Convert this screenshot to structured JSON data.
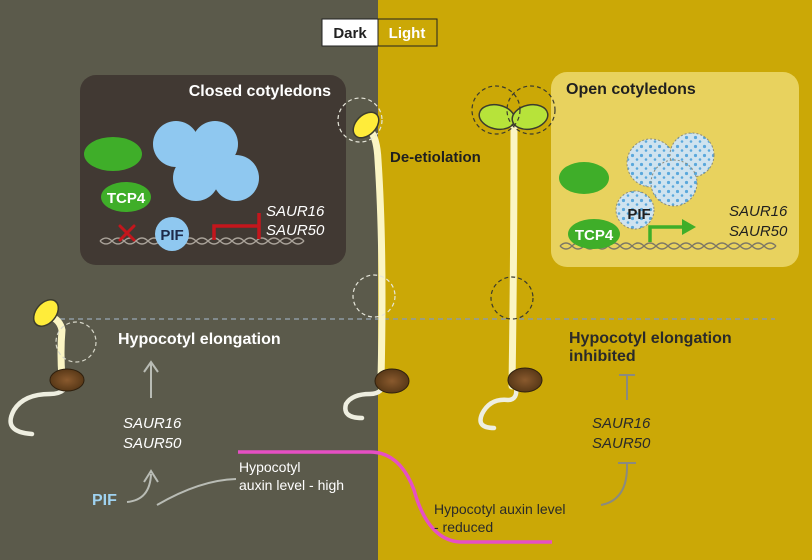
{
  "header": {
    "dark": "Dark",
    "light": "Light"
  },
  "dark_panel": {
    "title": "Closed cotyledons",
    "tcp4": "TCP4",
    "pif": "PIF",
    "genes": [
      "SAUR16",
      "SAUR50"
    ]
  },
  "light_panel": {
    "title": "Open cotyledons",
    "tcp4": "TCP4",
    "pif": "PIF",
    "genes": [
      "SAUR16",
      "SAUR50"
    ]
  },
  "center_label": "De-etiolation",
  "dark_bottom": {
    "title": "Hypocotyl elongation",
    "genes": [
      "SAUR16",
      "SAUR50"
    ],
    "pif": "PIF",
    "auxin": [
      "Hypocotyl",
      "auxin level - high"
    ]
  },
  "light_bottom": {
    "title": [
      "Hypocotyl elongation",
      "inhibited"
    ],
    "genes": [
      "SAUR16",
      "SAUR50"
    ],
    "auxin": [
      "Hypocotyl auxin level",
      "- reduced"
    ]
  },
  "colors": {
    "dark_bg": "#5b5a4b",
    "light_bg": "#cba806",
    "green": "#3fae29",
    "blue": "#8fc8f0",
    "red": "#c4161c",
    "auxin_curve": "#e64fc4"
  }
}
